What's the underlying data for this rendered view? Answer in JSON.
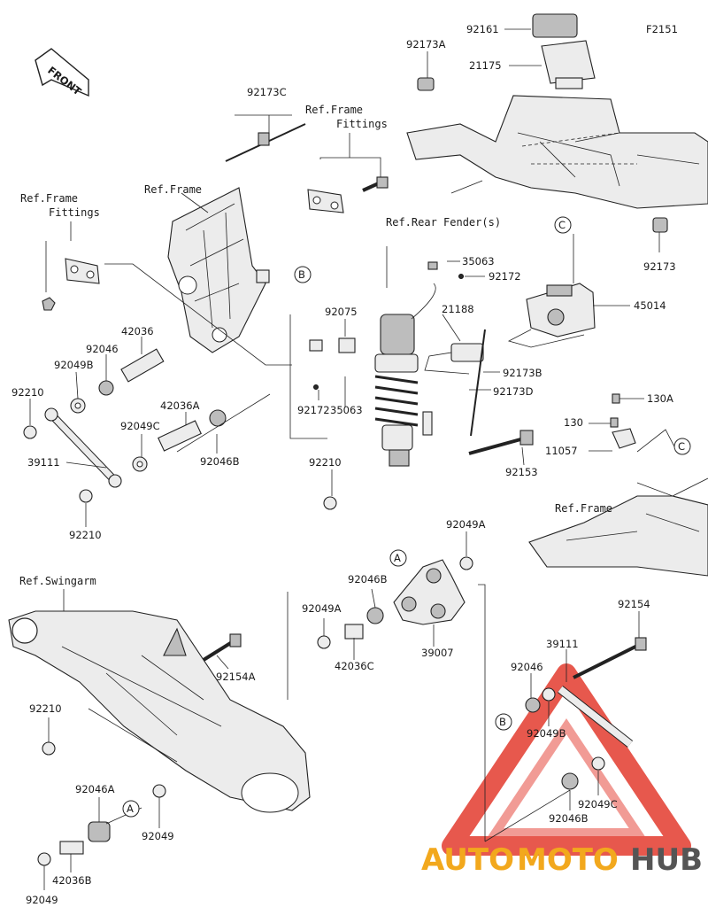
{
  "diagram_code": "F2151",
  "front_label": "FRONT",
  "callouts": {
    "a": "A",
    "b": "B",
    "c": "C"
  },
  "refs": {
    "frame_fittings_left_1": "Ref.Frame",
    "frame_fittings_left_2": "Fittings",
    "frame_fittings_top_1": "Ref.Frame",
    "frame_fittings_top_2": "Fittings",
    "frame_main": "Ref.Frame",
    "frame_right": "Ref.Frame",
    "rear_fender": "Ref.Rear Fender(s)",
    "swingarm": "Ref.Swingarm"
  },
  "parts": {
    "p92161": "92161",
    "p21175": "21175",
    "p92173A": "92173A",
    "p92173C": "92173C",
    "p92173": "92173",
    "p35063_top": "35063",
    "p92172_top": "92172",
    "p45014": "45014",
    "p92075": "92075",
    "p21188": "21188",
    "p92173B": "92173B",
    "p92173D": "92173D",
    "p92172_left": "92172",
    "p35063_left": "35063",
    "p130A": "130A",
    "p130": "130",
    "p11057": "11057",
    "p42036": "42036",
    "p92046": "92046",
    "p92049B": "92049B",
    "p92210_a": "92210",
    "p42036A": "42036A",
    "p92049C": "92049C",
    "p92046B": "92046B",
    "p39111": "39111",
    "p92210_b": "92210",
    "p92210_c": "92210",
    "p92153": "92153",
    "p92049A_top": "92049A",
    "p92046B_mid": "92046B",
    "p92049A_left": "92049A",
    "p42036C": "42036C",
    "p39007": "39007",
    "p92154": "92154",
    "p39111_right": "39111",
    "p92046_right": "92046",
    "p92049B_right": "92049B",
    "p92049C_right": "92049C",
    "p92046B_right": "92046B",
    "p92154A": "92154A",
    "p92210_d": "92210",
    "p92046A": "92046A",
    "p92049_mid": "92049",
    "p42036B": "42036B",
    "p92049_bottom": "92049"
  },
  "watermark": {
    "auto": "AUTO",
    "moto": "MOTO",
    "hub": "HUB"
  }
}
